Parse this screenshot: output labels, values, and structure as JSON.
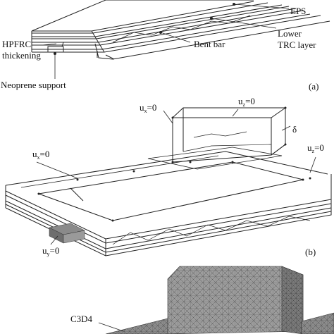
{
  "panel_a": {
    "label": "(a)",
    "callouts": {
      "eps": "EPS",
      "lower_trc_line1": "Lower",
      "lower_trc_line2": "TRC layer",
      "bent_bar": "Bent bar",
      "hpfrc_line1": "HPFRC",
      "hpfrc_line2": "thickening",
      "neoprene": "Neoprene support"
    }
  },
  "panel_b": {
    "label": "(b)",
    "boundary_conditions": {
      "ux_top": {
        "symbol": "u",
        "sub": "x",
        "value": "=0"
      },
      "uz_top": {
        "symbol": "u",
        "sub": "z",
        "value": "=0"
      },
      "delta": "δ",
      "ux_left": {
        "symbol": "u",
        "sub": "x",
        "value": "=0"
      },
      "uz_right": {
        "symbol": "u",
        "sub": "z",
        "value": "=0"
      },
      "uy_bottom": {
        "symbol": "u",
        "sub": "y",
        "value": "=0"
      }
    }
  },
  "panel_c": {
    "element_label": "C3D4"
  },
  "colors": {
    "line": "#222222",
    "mesh_fill": "#9a9a9a",
    "mesh_dark": "#6e6e6e"
  }
}
